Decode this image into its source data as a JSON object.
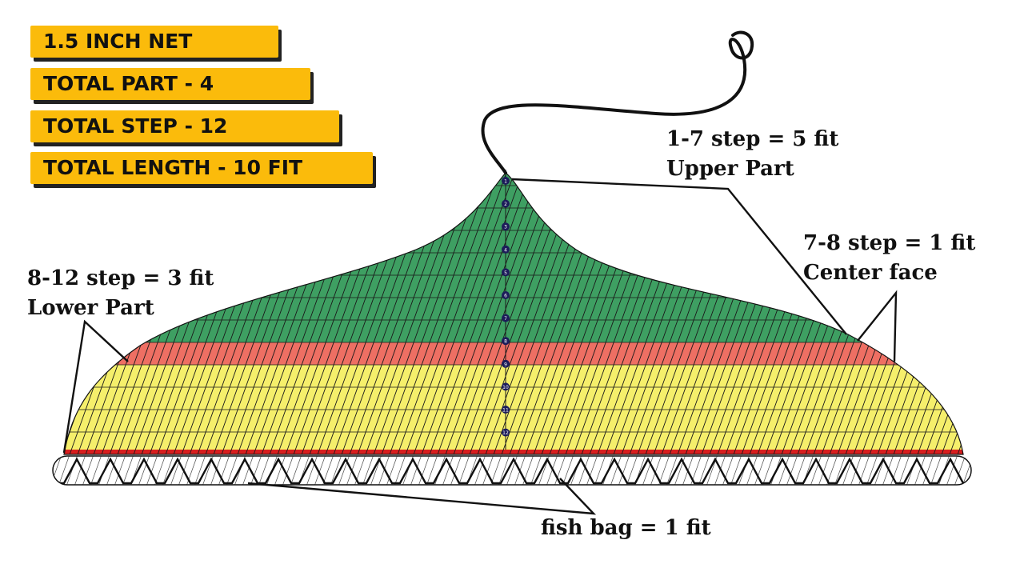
{
  "badges": [
    "1.5 INCH NET",
    "TOTAL PART - 4",
    "TOTAL STEP - 12",
    "TOTAL LENGTH - 10 FIT"
  ],
  "annotations": {
    "upper": {
      "line1": "1-7 step = 5 fit",
      "line2": "Upper Part"
    },
    "center": {
      "line1": "7-8 step = 1 fit",
      "line2": "Center face"
    },
    "lower": {
      "line1": "8-12 step = 3 fit",
      "line2": "Lower Part"
    },
    "bag": {
      "line1": "fish bag = 1 fit"
    }
  },
  "steps": [
    "1",
    "2",
    "3",
    "4",
    "5",
    "6",
    "7",
    "8",
    "9",
    "10",
    "11",
    "12"
  ],
  "colors": {
    "upper": "#3e9f62",
    "center": "#ee6f63",
    "lower": "#f5ef6b",
    "bag": "#ffffff",
    "rim": "#d81e1e",
    "badge": "#fbbb0b",
    "step_dot": "#1c1c5a"
  }
}
